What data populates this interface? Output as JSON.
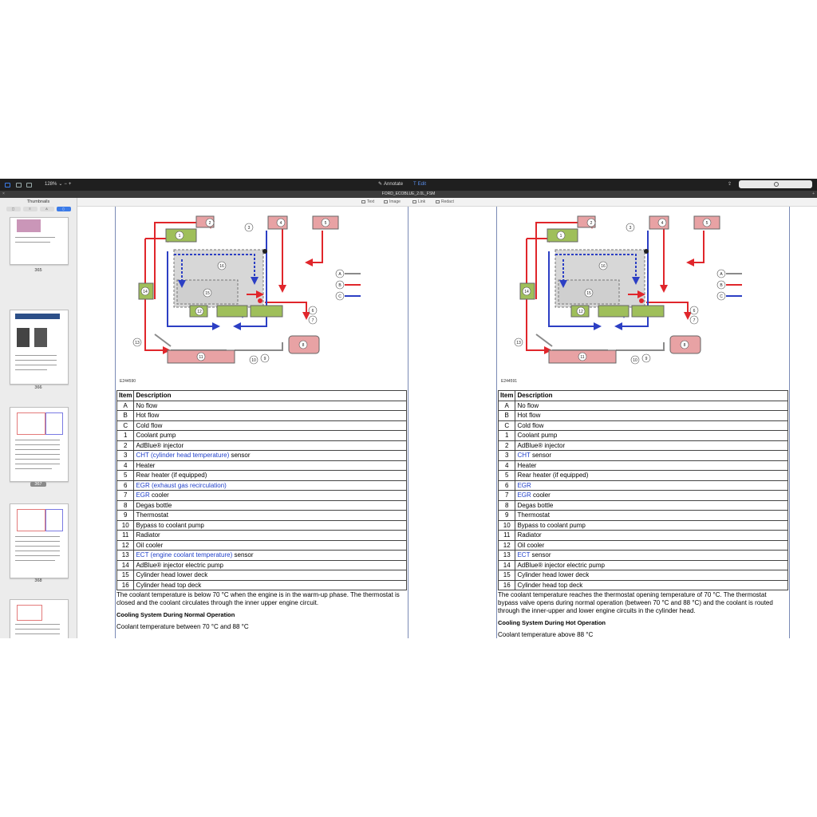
{
  "toolbar": {
    "zoom": "128%",
    "annotate_label": "Annotate",
    "edit_label": "Edit"
  },
  "window": {
    "title": "FORD_ECOBLUE_2.0L_FSM"
  },
  "sidebar": {
    "title": "Thumbnails",
    "pages": [
      "365",
      "366",
      "367",
      "368"
    ]
  },
  "edit_tools": {
    "text": "Text",
    "image": "Image",
    "link": "Link",
    "redact": "Redact"
  },
  "left_page": {
    "figure_id": "E244590",
    "table_headers": [
      "Item",
      "Description"
    ],
    "rows": [
      {
        "item": "A",
        "pre": "No flow",
        "link": "",
        "post": ""
      },
      {
        "item": "B",
        "pre": "Hot flow",
        "link": "",
        "post": ""
      },
      {
        "item": "C",
        "pre": "Cold flow",
        "link": "",
        "post": ""
      },
      {
        "item": "1",
        "pre": "Coolant pump",
        "link": "",
        "post": ""
      },
      {
        "item": "2",
        "pre": "AdBlue® injector",
        "link": "",
        "post": ""
      },
      {
        "item": "3",
        "pre": "",
        "link": "CHT (cylinder head temperature)",
        "post": " sensor"
      },
      {
        "item": "4",
        "pre": "Heater",
        "link": "",
        "post": ""
      },
      {
        "item": "5",
        "pre": "Rear heater (if equipped)",
        "link": "",
        "post": ""
      },
      {
        "item": "6",
        "pre": "",
        "link": "EGR (exhaust gas recirculation)",
        "post": ""
      },
      {
        "item": "7",
        "pre": "",
        "link": "EGR",
        "post": " cooler"
      },
      {
        "item": "8",
        "pre": "Degas bottle",
        "link": "",
        "post": ""
      },
      {
        "item": "9",
        "pre": "Thermostat",
        "link": "",
        "post": ""
      },
      {
        "item": "10",
        "pre": "Bypass to coolant pump",
        "link": "",
        "post": ""
      },
      {
        "item": "11",
        "pre": "Radiator",
        "link": "",
        "post": ""
      },
      {
        "item": "12",
        "pre": "Oil cooler",
        "link": "",
        "post": ""
      },
      {
        "item": "13",
        "pre": "",
        "link": "ECT (engine coolant temperature)",
        "post": " sensor"
      },
      {
        "item": "14",
        "pre": "AdBlue® injector electric pump",
        "link": "",
        "post": ""
      },
      {
        "item": "15",
        "pre": "Cylinder head lower deck",
        "link": "",
        "post": ""
      },
      {
        "item": "16",
        "pre": "Cylinder head top deck",
        "link": "",
        "post": ""
      }
    ],
    "paragraph": "The coolant temperature is below 70 °C when the engine is in the warm-up phase. The thermostat is closed and the coolant circulates through the inner upper engine circuit.",
    "heading": "Cooling System During Normal Operation",
    "subtext": "Coolant temperature between 70 °C and 88 °C"
  },
  "right_page": {
    "figure_id": "E244591",
    "table_headers": [
      "Item",
      "Description"
    ],
    "rows": [
      {
        "item": "A",
        "pre": "No flow",
        "link": "",
        "post": ""
      },
      {
        "item": "B",
        "pre": "Hot flow",
        "link": "",
        "post": ""
      },
      {
        "item": "C",
        "pre": "Cold flow",
        "link": "",
        "post": ""
      },
      {
        "item": "1",
        "pre": "Coolant pump",
        "link": "",
        "post": ""
      },
      {
        "item": "2",
        "pre": "AdBlue® injector",
        "link": "",
        "post": ""
      },
      {
        "item": "3",
        "pre": "",
        "link": "CHT",
        "post": " sensor"
      },
      {
        "item": "4",
        "pre": "Heater",
        "link": "",
        "post": ""
      },
      {
        "item": "5",
        "pre": "Rear heater (if equipped)",
        "link": "",
        "post": ""
      },
      {
        "item": "6",
        "pre": "",
        "link": "EGR",
        "post": ""
      },
      {
        "item": "7",
        "pre": "",
        "link": "EGR",
        "post": " cooler"
      },
      {
        "item": "8",
        "pre": "Degas bottle",
        "link": "",
        "post": ""
      },
      {
        "item": "9",
        "pre": "Thermostat",
        "link": "",
        "post": ""
      },
      {
        "item": "10",
        "pre": "Bypass to coolant pump",
        "link": "",
        "post": ""
      },
      {
        "item": "11",
        "pre": "Radiator",
        "link": "",
        "post": ""
      },
      {
        "item": "12",
        "pre": "Oil cooler",
        "link": "",
        "post": ""
      },
      {
        "item": "13",
        "pre": "",
        "link": "ECT",
        "post": " sensor"
      },
      {
        "item": "14",
        "pre": "AdBlue® injector electric pump",
        "link": "",
        "post": ""
      },
      {
        "item": "15",
        "pre": "Cylinder head lower deck",
        "link": "",
        "post": ""
      },
      {
        "item": "16",
        "pre": "Cylinder head top deck",
        "link": "",
        "post": ""
      }
    ],
    "paragraph": "The coolant temperature reaches the thermostat opening temperature of 70 °C. The thermostat bypass valve opens during normal operation (between 70 °C and 88 °C) and the coolant is routed through the inner-upper and lower engine circuits in the cylinder head.",
    "heading": "Cooling System During Hot Operation",
    "subtext": "Coolant temperature above 88 °C"
  },
  "diagram": {
    "labels": [
      "1",
      "2",
      "3",
      "4",
      "5",
      "6",
      "7",
      "8",
      "9",
      "10",
      "11",
      "12",
      "13",
      "14",
      "15",
      "16"
    ],
    "legend": [
      "A",
      "B",
      "C"
    ],
    "colors": {
      "hot": "#e0262b",
      "cold": "#2c3fc4",
      "none": "#8a8a8a",
      "component_green": "#9fbf5a",
      "component_pink": "#e8a2a4",
      "engine_grey": "#d7d7d7"
    }
  }
}
